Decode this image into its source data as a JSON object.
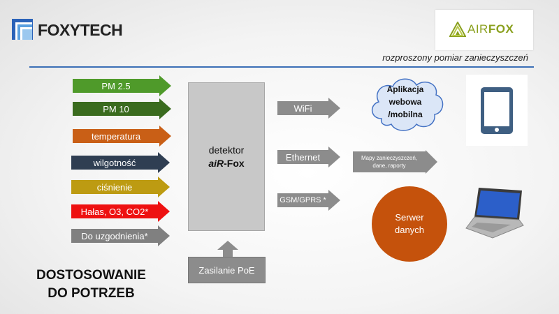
{
  "header": {
    "brand": "FOXYTECH",
    "partner_logo": {
      "air": "AIR",
      "fox": "FOX"
    },
    "subtitle": "rozproszony pomiar zanieczyszczeń"
  },
  "inputs": [
    {
      "label": "PM 2.5",
      "color": "#4f9a2a"
    },
    {
      "label": "PM 10",
      "color": "#3a6b1e"
    },
    {
      "label": "temperatura",
      "color": "#c95f16"
    },
    {
      "label": "wilgotność",
      "color": "#2f3e52"
    },
    {
      "label": "ciśnienie",
      "color": "#bd9b12"
    },
    {
      "label": "Hałas, O3, CO2*",
      "color": "#ee1111"
    },
    {
      "label": "Do uzgodnienia*",
      "color": "#808080"
    }
  ],
  "detector": {
    "line1": "detektor",
    "line2_italic": "aiR",
    "line2_rest": "-Fox"
  },
  "power": {
    "label": "Zasilanie PoE"
  },
  "outputs": {
    "wifi": "WiFi",
    "ethernet": "Ethernet",
    "gsm": "GSM/GPRS *",
    "maps": "Mapy zanieczyszczeń, dane, raporty"
  },
  "cloud": {
    "line1": "Aplikacja",
    "line2": "webowa",
    "line3": "/mobilna"
  },
  "server": {
    "line1": "Serwer",
    "line2": "danych"
  },
  "footer": {
    "line1": "DOSTOSOWANIE",
    "line2": "DO POTRZEB"
  },
  "colors": {
    "rule": "#3b6fb6",
    "grey_arrow": "#8c8c8c",
    "server": "#c5520c",
    "cloud_fill": "#dbe6f7",
    "cloud_stroke": "#4472c4"
  }
}
